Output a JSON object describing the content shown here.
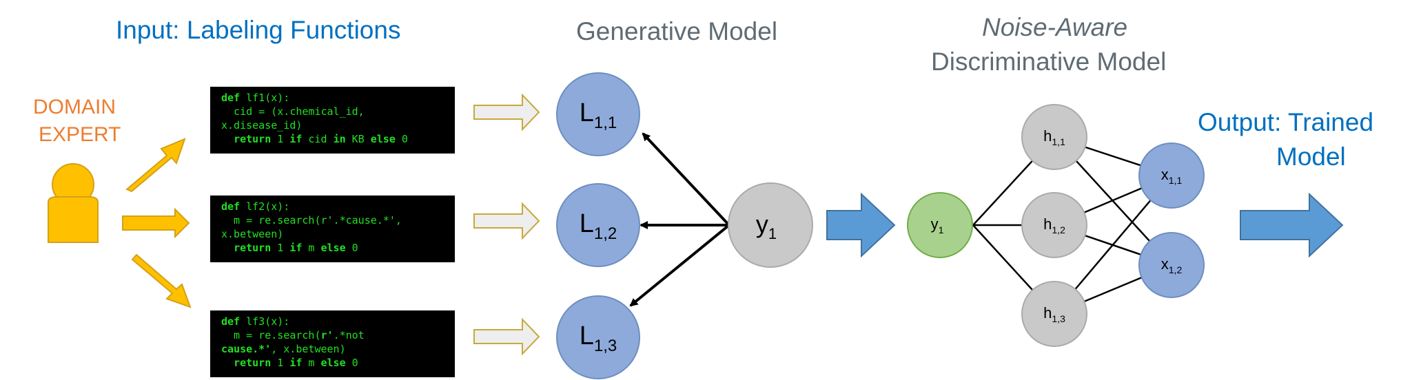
{
  "colors": {
    "accent_blue": "#0070c0",
    "gray_title": "#5f6b73",
    "orange": "#ed7d31",
    "expert_yellow": "#ffc000",
    "node_blue": "#8eaadb",
    "node_gray": "#c9c9c9",
    "node_green": "#a9d18e",
    "arrow_blue": "#5b9bd5",
    "code_green": "#22e022"
  },
  "headings": {
    "input": "Input: Labeling Functions",
    "generative": "Generative Model",
    "noise_aware": "Noise-Aware",
    "discriminative": "Discriminative Model",
    "output_line1": "Output: Trained",
    "output_line2": "Model"
  },
  "expert": {
    "line1": "DOMAIN",
    "line2": "EXPERT",
    "icon": "person-icon"
  },
  "labeling_functions": [
    {
      "lines": [
        [
          {
            "t": "def",
            "b": true
          },
          {
            "t": " lf1(x):"
          }
        ],
        [
          {
            "t": "  cid = (x.chemical_id,"
          }
        ],
        [
          {
            "t": "x.disease_id)"
          }
        ],
        [
          {
            "t": "  "
          },
          {
            "t": "return",
            "b": true
          },
          {
            "t": " 1 "
          },
          {
            "t": "if",
            "b": true
          },
          {
            "t": " cid "
          },
          {
            "t": "in",
            "b": true
          },
          {
            "t": " KB "
          },
          {
            "t": "else",
            "b": true
          },
          {
            "t": " 0"
          }
        ]
      ]
    },
    {
      "lines": [
        [
          {
            "t": "def",
            "b": true
          },
          {
            "t": " lf2(x):"
          }
        ],
        [
          {
            "t": "  m = re.search(r'.*cause.*',"
          }
        ],
        [
          {
            "t": "x.between)"
          }
        ],
        [
          {
            "t": "  "
          },
          {
            "t": "return",
            "b": true
          },
          {
            "t": " 1 "
          },
          {
            "t": "if",
            "b": true
          },
          {
            "t": " m "
          },
          {
            "t": "else",
            "b": true
          },
          {
            "t": " 0"
          }
        ]
      ]
    },
    {
      "lines": [
        [
          {
            "t": "def",
            "b": true
          },
          {
            "t": " lf3(x):"
          }
        ],
        [
          {
            "t": "  m = re.search("
          },
          {
            "t": "r'",
            "b": true
          },
          {
            "t": ".*not"
          }
        ],
        [
          {
            "t": "cause.*'",
            "b": true
          },
          {
            "t": ", x.between)"
          }
        ],
        [
          {
            "t": "  "
          },
          {
            "t": "return",
            "b": true
          },
          {
            "t": " 1 "
          },
          {
            "t": "if",
            "b": true
          },
          {
            "t": " m "
          },
          {
            "t": "else",
            "b": true
          },
          {
            "t": " 0"
          }
        ]
      ]
    }
  ],
  "generative_nodes": [
    {
      "base": "L",
      "sub": "1,1"
    },
    {
      "base": "L",
      "sub": "1,2"
    },
    {
      "base": "L",
      "sub": "1,3"
    }
  ],
  "latent_node": {
    "base": "y",
    "sub": "1"
  },
  "discriminative": {
    "input_node": {
      "base": "y",
      "sub": "1"
    },
    "hidden_nodes": [
      {
        "base": "h",
        "sub": "1,1"
      },
      {
        "base": "h",
        "sub": "1,2"
      },
      {
        "base": "h",
        "sub": "1,3"
      }
    ],
    "output_nodes": [
      {
        "base": "x",
        "sub": "1,1"
      },
      {
        "base": "x",
        "sub": "1,2"
      }
    ]
  }
}
